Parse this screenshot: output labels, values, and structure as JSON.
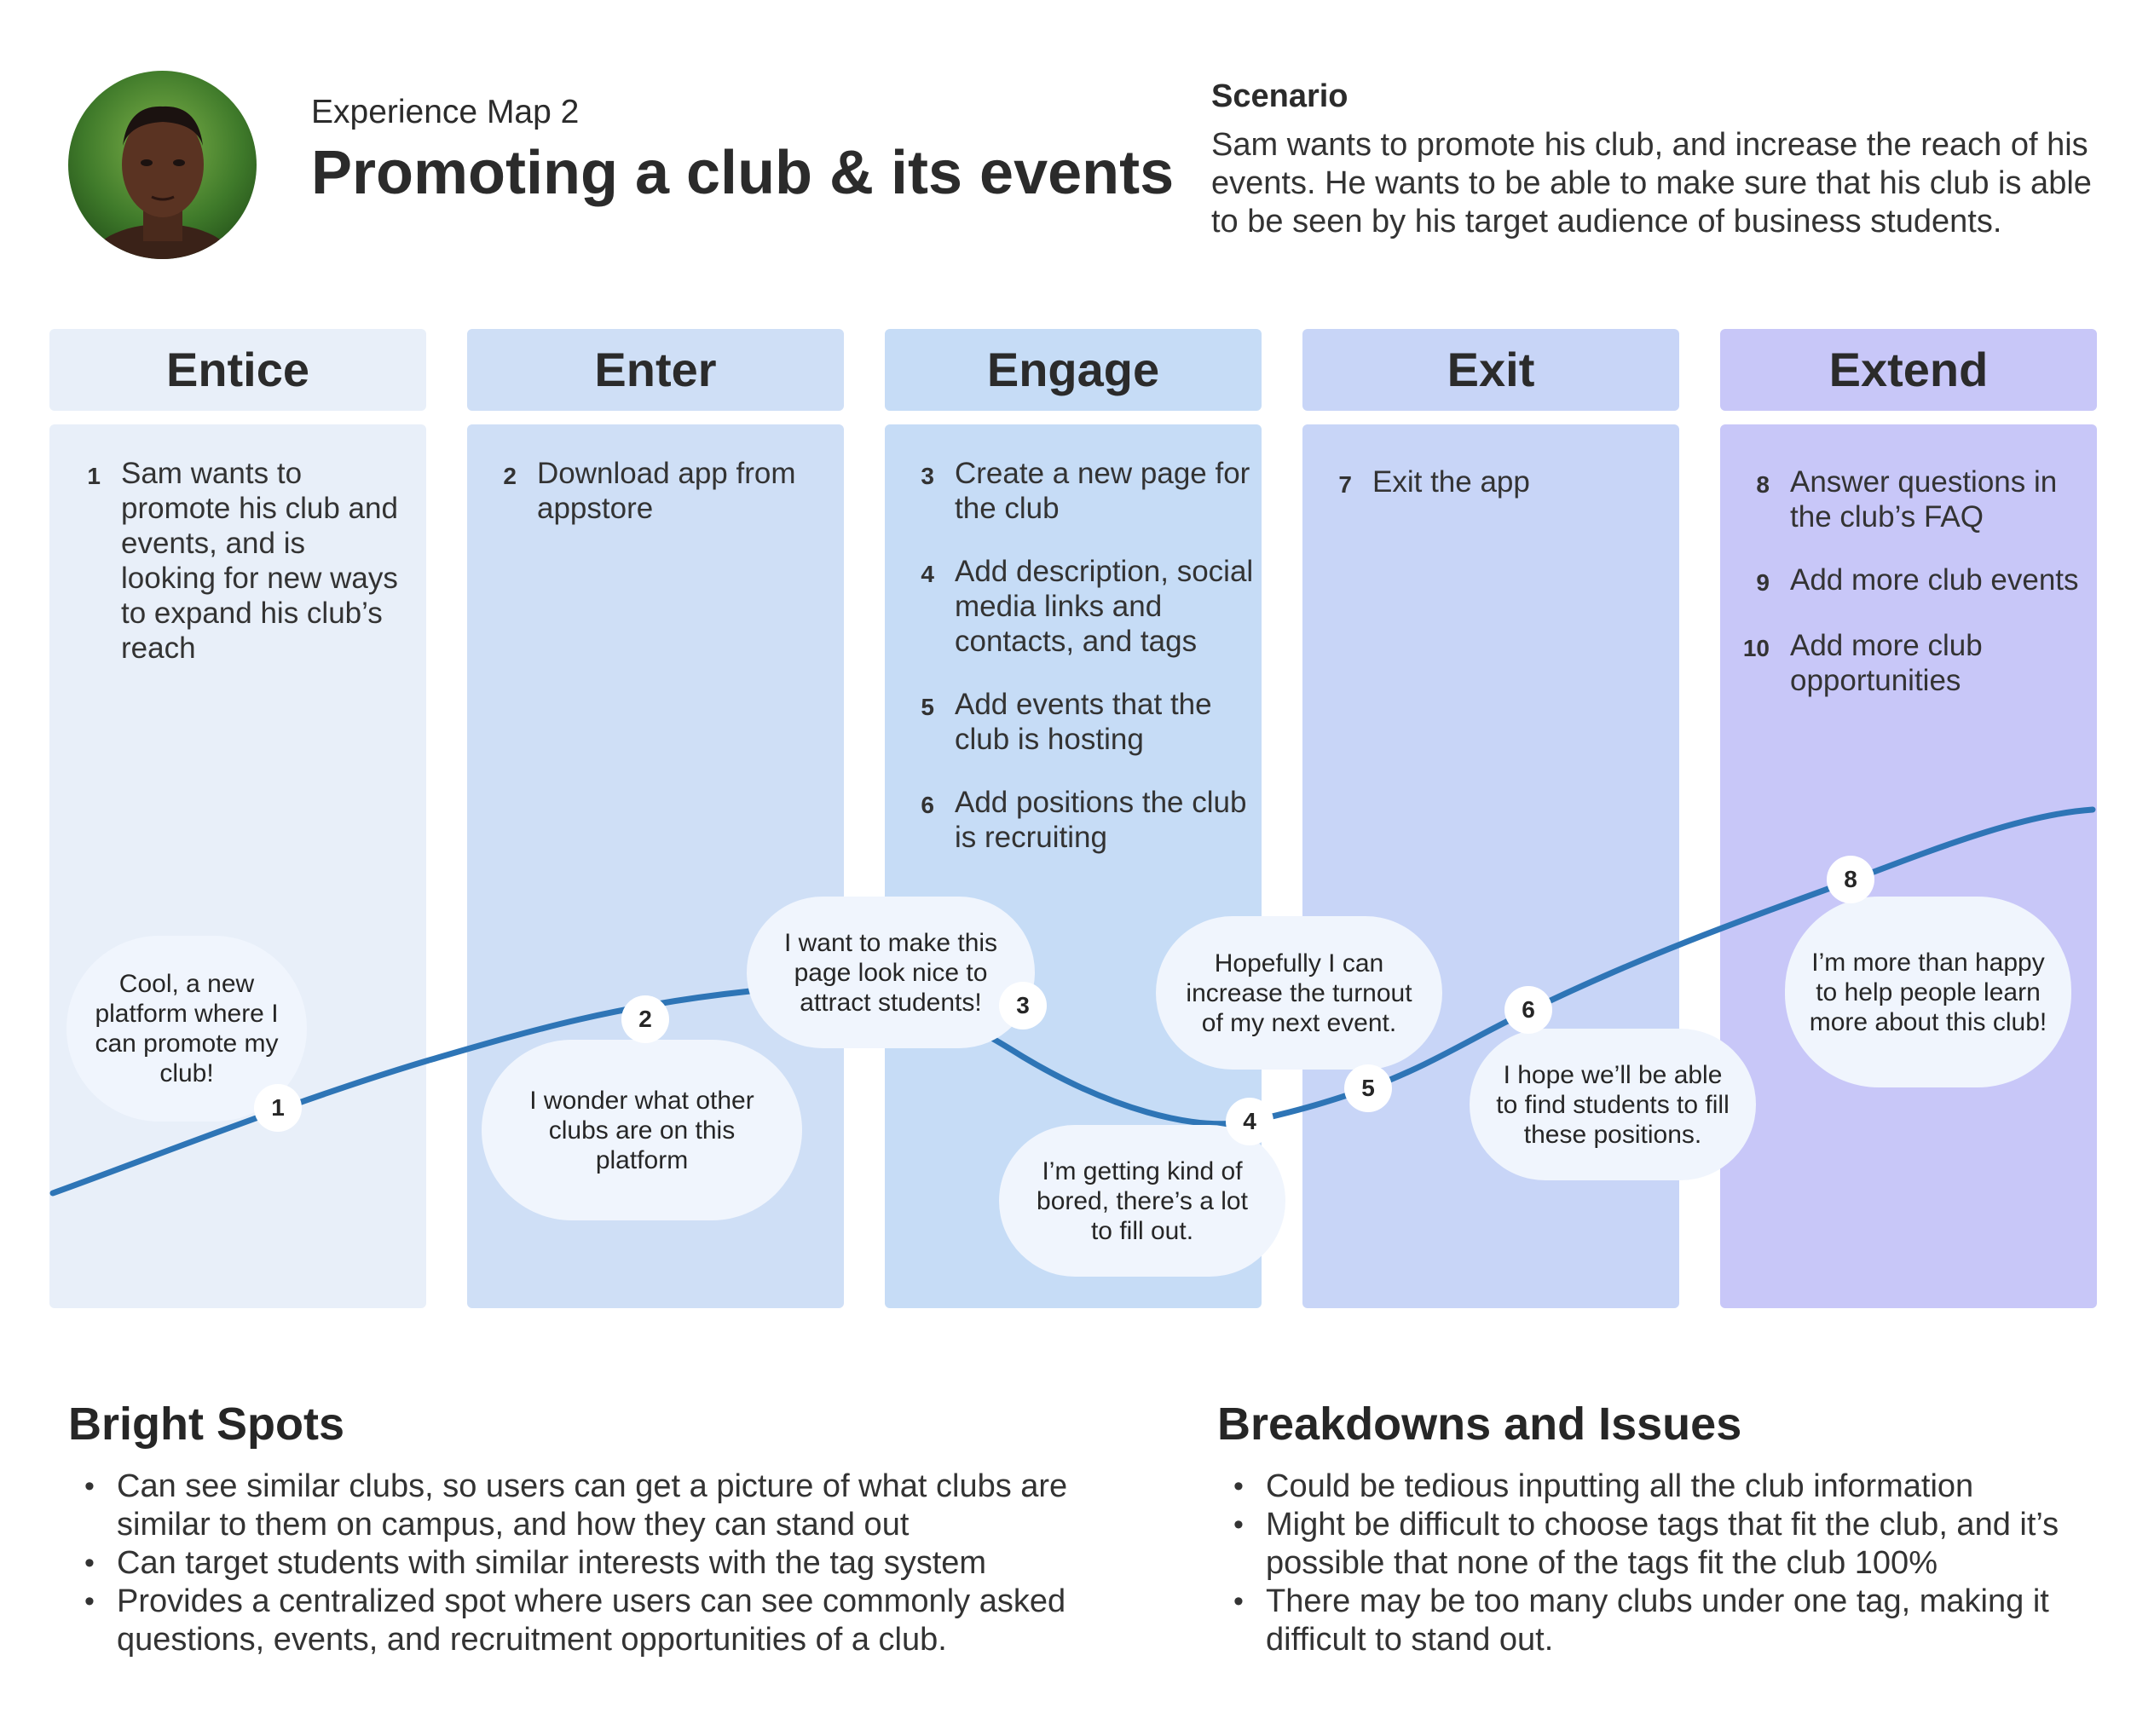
{
  "header": {
    "subtitle": "Experience Map 2",
    "title": "Promoting a club & its events",
    "scenario_heading": "Scenario",
    "scenario_text": "Sam wants to promote his club, and increase the reach of his events. He wants to be able to make sure that his club is able to be seen by his target audience of business students."
  },
  "stages": [
    {
      "name": "Entice",
      "header_color": "#e8eff9",
      "column_color": "#e8eff9",
      "steps": [
        {
          "num": "1",
          "text": "Sam wants to promote his club and events, and is looking for new ways to expand his club’s reach"
        }
      ]
    },
    {
      "name": "Enter",
      "header_color": "#cfdff6",
      "column_color": "#cfdff6",
      "steps": [
        {
          "num": "2",
          "text": "Download app from appstore"
        }
      ]
    },
    {
      "name": "Engage",
      "header_color": "#c6dcf6",
      "column_color": "#c6dcf6",
      "steps": [
        {
          "num": "3",
          "text": "Create a new page for the club"
        },
        {
          "num": "4",
          "text": "Add description, social media links and contacts, and tags"
        },
        {
          "num": "5",
          "text": "Add events that the club is hosting"
        },
        {
          "num": "6",
          "text": "Add positions the club is recruiting"
        }
      ]
    },
    {
      "name": "Exit",
      "header_color": "#c8d5f7",
      "column_color": "#c8d5f7",
      "steps": [
        {
          "num": "7",
          "text": "Exit the app"
        }
      ]
    },
    {
      "name": "Extend",
      "header_color": "#c8c7f8",
      "column_color": "#c8c7f8",
      "steps": [
        {
          "num": "8",
          "text": "Answer questions in the club’s FAQ"
        },
        {
          "num": "9",
          "text": "Add more club events"
        },
        {
          "num": "10",
          "text": "Add more club opportunities"
        }
      ]
    }
  ],
  "journey": {
    "line_color": "#2e75b6",
    "markers": [
      "1",
      "2",
      "3",
      "4",
      "5",
      "6",
      "8"
    ],
    "thoughts": [
      "Cool, a new platform where I can promote my club!",
      "I wonder what other clubs are on this platform",
      "I want to make this page look nice to attract students!",
      "I’m getting kind of bored, there’s a lot to fill out.",
      "Hopefully I can increase the turnout of my next event.",
      "I hope we’ll be able to find students to fill these positions.",
      "I’m more than happy to help people learn more about this club!"
    ]
  },
  "bright_spots": {
    "heading": "Bright Spots",
    "items": [
      "Can see similar clubs, so users can get a picture of what clubs are similar to them on campus, and how they can stand out",
      "Can target students with similar interests with the tag system",
      "Provides a centralized spot where users can see commonly asked questions, events, and recruitment opportunities of a club."
    ]
  },
  "breakdowns": {
    "heading": "Breakdowns and Issues",
    "items": [
      "Could be tedious inputting all the club information",
      "Might be difficult to choose tags that fit the club, and it’s possible that none of the tags fit the club 100%",
      "There may be too many clubs under one tag, making it difficult to stand out."
    ]
  }
}
